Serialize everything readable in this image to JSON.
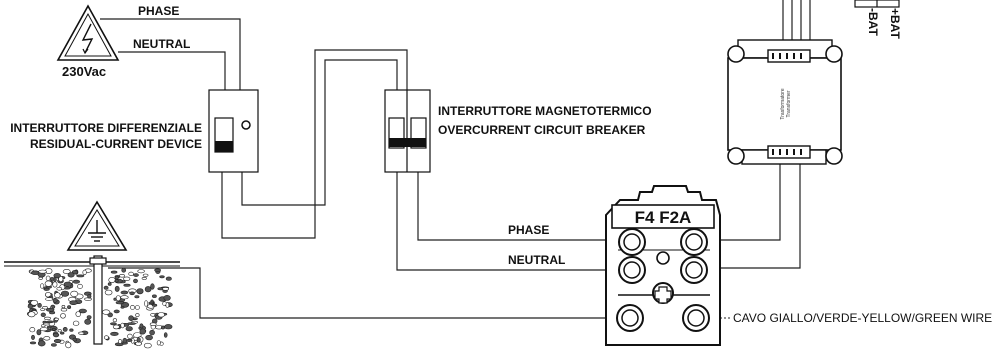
{
  "supply": {
    "phase_label": "PHASE",
    "neutral_label": "NEUTRAL",
    "voltage_label": "230Vac"
  },
  "rcd": {
    "name_it": "INTERRUTTORE DIFFERENZIALE",
    "name_en": "RESIDUAL-CURRENT DEVICE"
  },
  "breaker": {
    "name_it": "INTERRUTTORE MAGNETOTERMICO",
    "name_en": "OVERCURRENT CIRCUIT BREAKER"
  },
  "terminal": {
    "phase_label": "PHASE",
    "neutral_label": "NEUTRAL",
    "fuse_label": "F4 F2A"
  },
  "transformer": {
    "label_it": "Trasformatore",
    "label_en": "Transformer"
  },
  "battery": {
    "neg_label": "-BAT",
    "pos_label": "+BAT"
  },
  "ground": {
    "wire_label": "CAVO GIALLO/VERDE-YELLOW/GREEN WIRE"
  }
}
